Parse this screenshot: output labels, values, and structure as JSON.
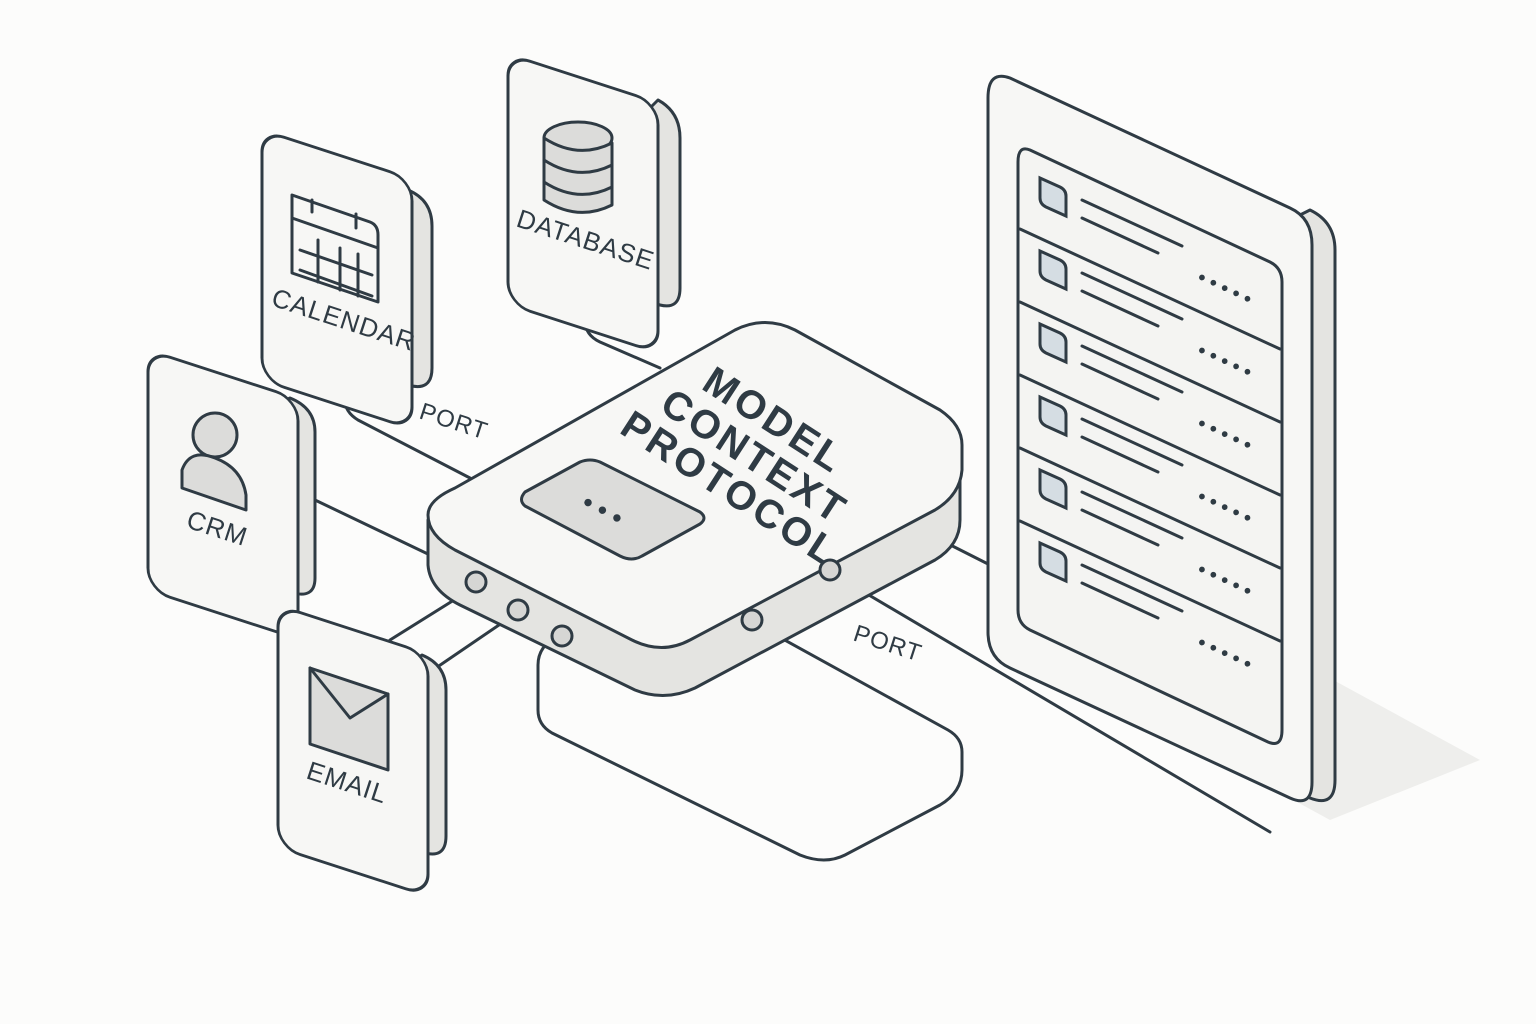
{
  "hub": {
    "title_lines": [
      "MODEL",
      "CONTEXT",
      "PROTOCOL"
    ],
    "screen_text": "• • •"
  },
  "modules": {
    "database": "DATABASE",
    "calendar": "CALENDAR",
    "crm": "CRM",
    "email": "EMAIL"
  },
  "ports": {
    "port_left": "PORT",
    "port_right": "PORT"
  },
  "list_panel": {
    "row_count": 6,
    "row_dots": "• • • • •"
  },
  "colors": {
    "stroke": "#2f3b44",
    "face": "#f7f7f5",
    "side": "#e4e4e1",
    "checkbox": "#d5dde3"
  }
}
